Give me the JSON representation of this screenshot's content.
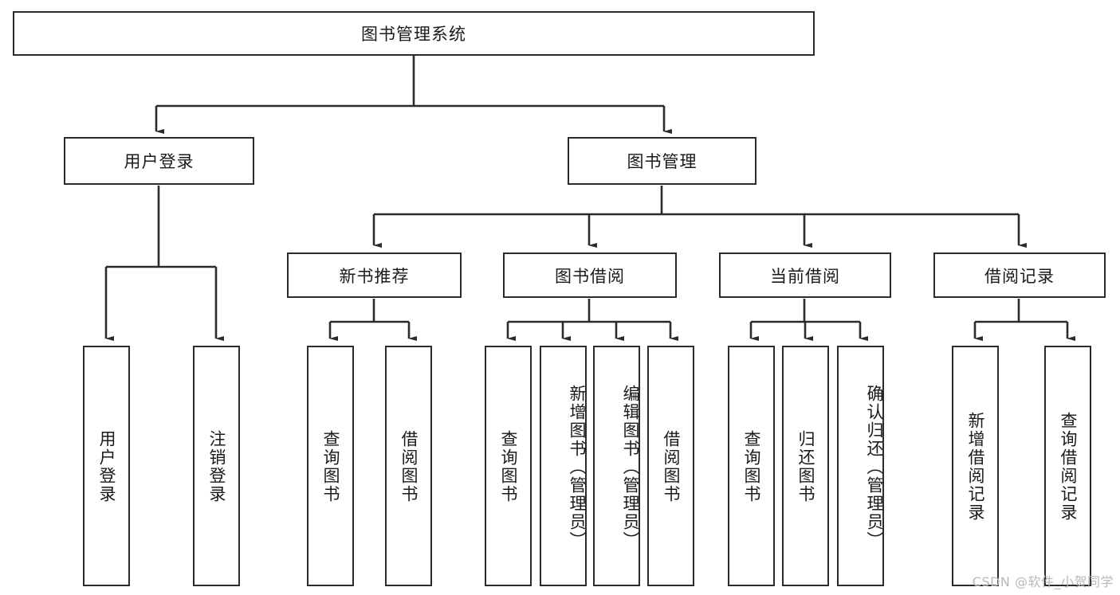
{
  "diagram": {
    "title": "图书管理系统",
    "watermark": "CSDN @软件_小贺同学",
    "colors": {
      "stroke": "#2b2b2b",
      "fill": "#ffffff",
      "text": "#1a1a1a",
      "watermark": "#b9b9b9"
    },
    "root": {
      "label": "图书管理系统"
    },
    "level1": [
      {
        "label": "用户登录"
      },
      {
        "label": "图书管理"
      }
    ],
    "level2": [
      {
        "label": "新书推荐"
      },
      {
        "label": "图书借阅"
      },
      {
        "label": "当前借阅"
      },
      {
        "label": "借阅记录"
      }
    ],
    "leaves": {
      "user_login": [
        {
          "label": "用户登录"
        },
        {
          "label": "注销登录"
        }
      ],
      "new_book": [
        {
          "label": "查询图书"
        },
        {
          "label": "借阅图书"
        }
      ],
      "book_borrow": [
        {
          "label": "查询图书"
        },
        {
          "label": "新增图书（管理员）"
        },
        {
          "label": "编辑图书（管理员）"
        },
        {
          "label": "借阅图书"
        }
      ],
      "current_borrow": [
        {
          "label": "查询图书"
        },
        {
          "label": "归还图书"
        },
        {
          "label": "确认归还（管理员）"
        }
      ],
      "borrow_record": [
        {
          "label": "新增借阅记录"
        },
        {
          "label": "查询借阅记录"
        }
      ]
    }
  }
}
